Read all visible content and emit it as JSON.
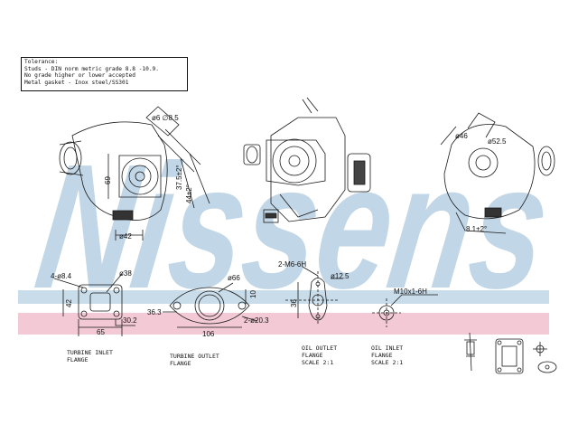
{
  "tolerance_note": {
    "lines": [
      "Tolerance:",
      "Studs - DIN norm metric grade 8.8 -10.9.",
      "No grade higher or lower accepted",
      "Metal gasket - Inox steel/SS301"
    ]
  },
  "watermark": {
    "text": "Nissens",
    "color": "#b7cfe3"
  },
  "colors": {
    "blue_band": "#c9dcea",
    "pink_band": "#f2c9d4",
    "line": "#1a1a1a"
  },
  "dimensions": {
    "d_top_left": "ø6 ∅8.5",
    "d69": "69",
    "d37": "37.5±2°",
    "d44": "44±2°",
    "d42_left": "ø42",
    "d46": "ø46",
    "d52": "ø52.5",
    "d81": "8.1±2°",
    "hole_pattern": "4-ø8.4",
    "d38": "ø38",
    "d42": "42",
    "d30": "30.2",
    "d65": "65",
    "d66": "ø66",
    "d10": "10",
    "d36": "36.3",
    "d2_203": "2-ø20.3",
    "d106": "106",
    "m6": "2-M6-6H",
    "d125": "ø12.5",
    "d36b": "36",
    "m10": "M10x1-6H"
  },
  "captions": {
    "turbine_inlet_1": "TURBINE INLET",
    "turbine_inlet_2": "FLANGE",
    "turbine_outlet_1": "TURBINE OUTLET",
    "turbine_outlet_2": "FLANGE",
    "oil_outlet_1": "OIL OUTLET",
    "oil_outlet_2": "FLANGE",
    "oil_outlet_3": "SCALE 2:1",
    "oil_inlet_1": "OIL INLET",
    "oil_inlet_2": "FLANGE",
    "oil_inlet_3": "SCALE 2:1"
  }
}
